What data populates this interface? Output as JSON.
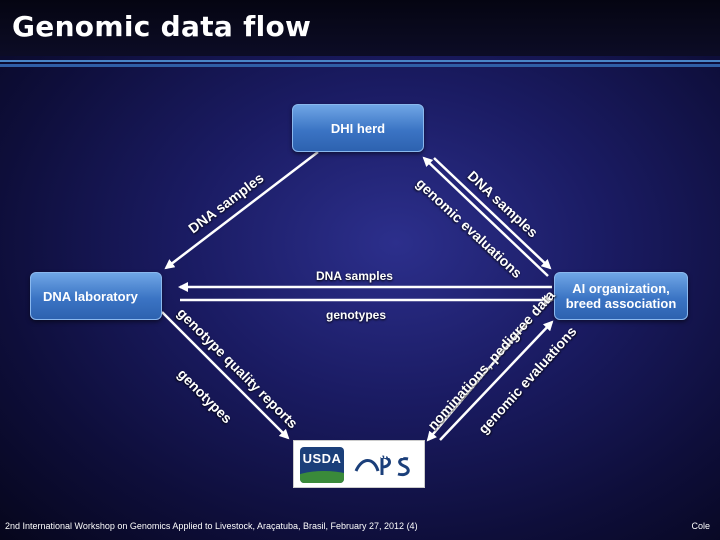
{
  "slide": {
    "title": "Genomic data flow",
    "footer": "2nd International Workshop on Genomics Applied to Livestock, Araçatuba, Brasil, February 27, 2012 (4)",
    "author": "Cole"
  },
  "nodes": {
    "dhi_herd": "DHI herd",
    "dna_laboratory": "DNA laboratory",
    "ai_organization": "AI organization, breed association",
    "aipl": "AIPL"
  },
  "logo": {
    "usda": "USDA"
  },
  "edges": {
    "dhi_to_lab": "DNA samples",
    "dhi_to_ai_samples": "DNA samples",
    "dhi_to_ai_evals": "genomic evaluations",
    "ai_to_lab": "DNA samples",
    "lab_to_ai": "genotypes",
    "lab_to_aipl_qr": "genotype quality reports",
    "lab_to_aipl_geno": "genotypes",
    "ai_to_aipl_nom": "nominations, pedigree data",
    "aipl_to_ai_evals": "genomic evaluations"
  },
  "colors": {
    "box_fill": "#3b74c4",
    "arrow": "#ffffff",
    "background": "#1a1b62"
  }
}
